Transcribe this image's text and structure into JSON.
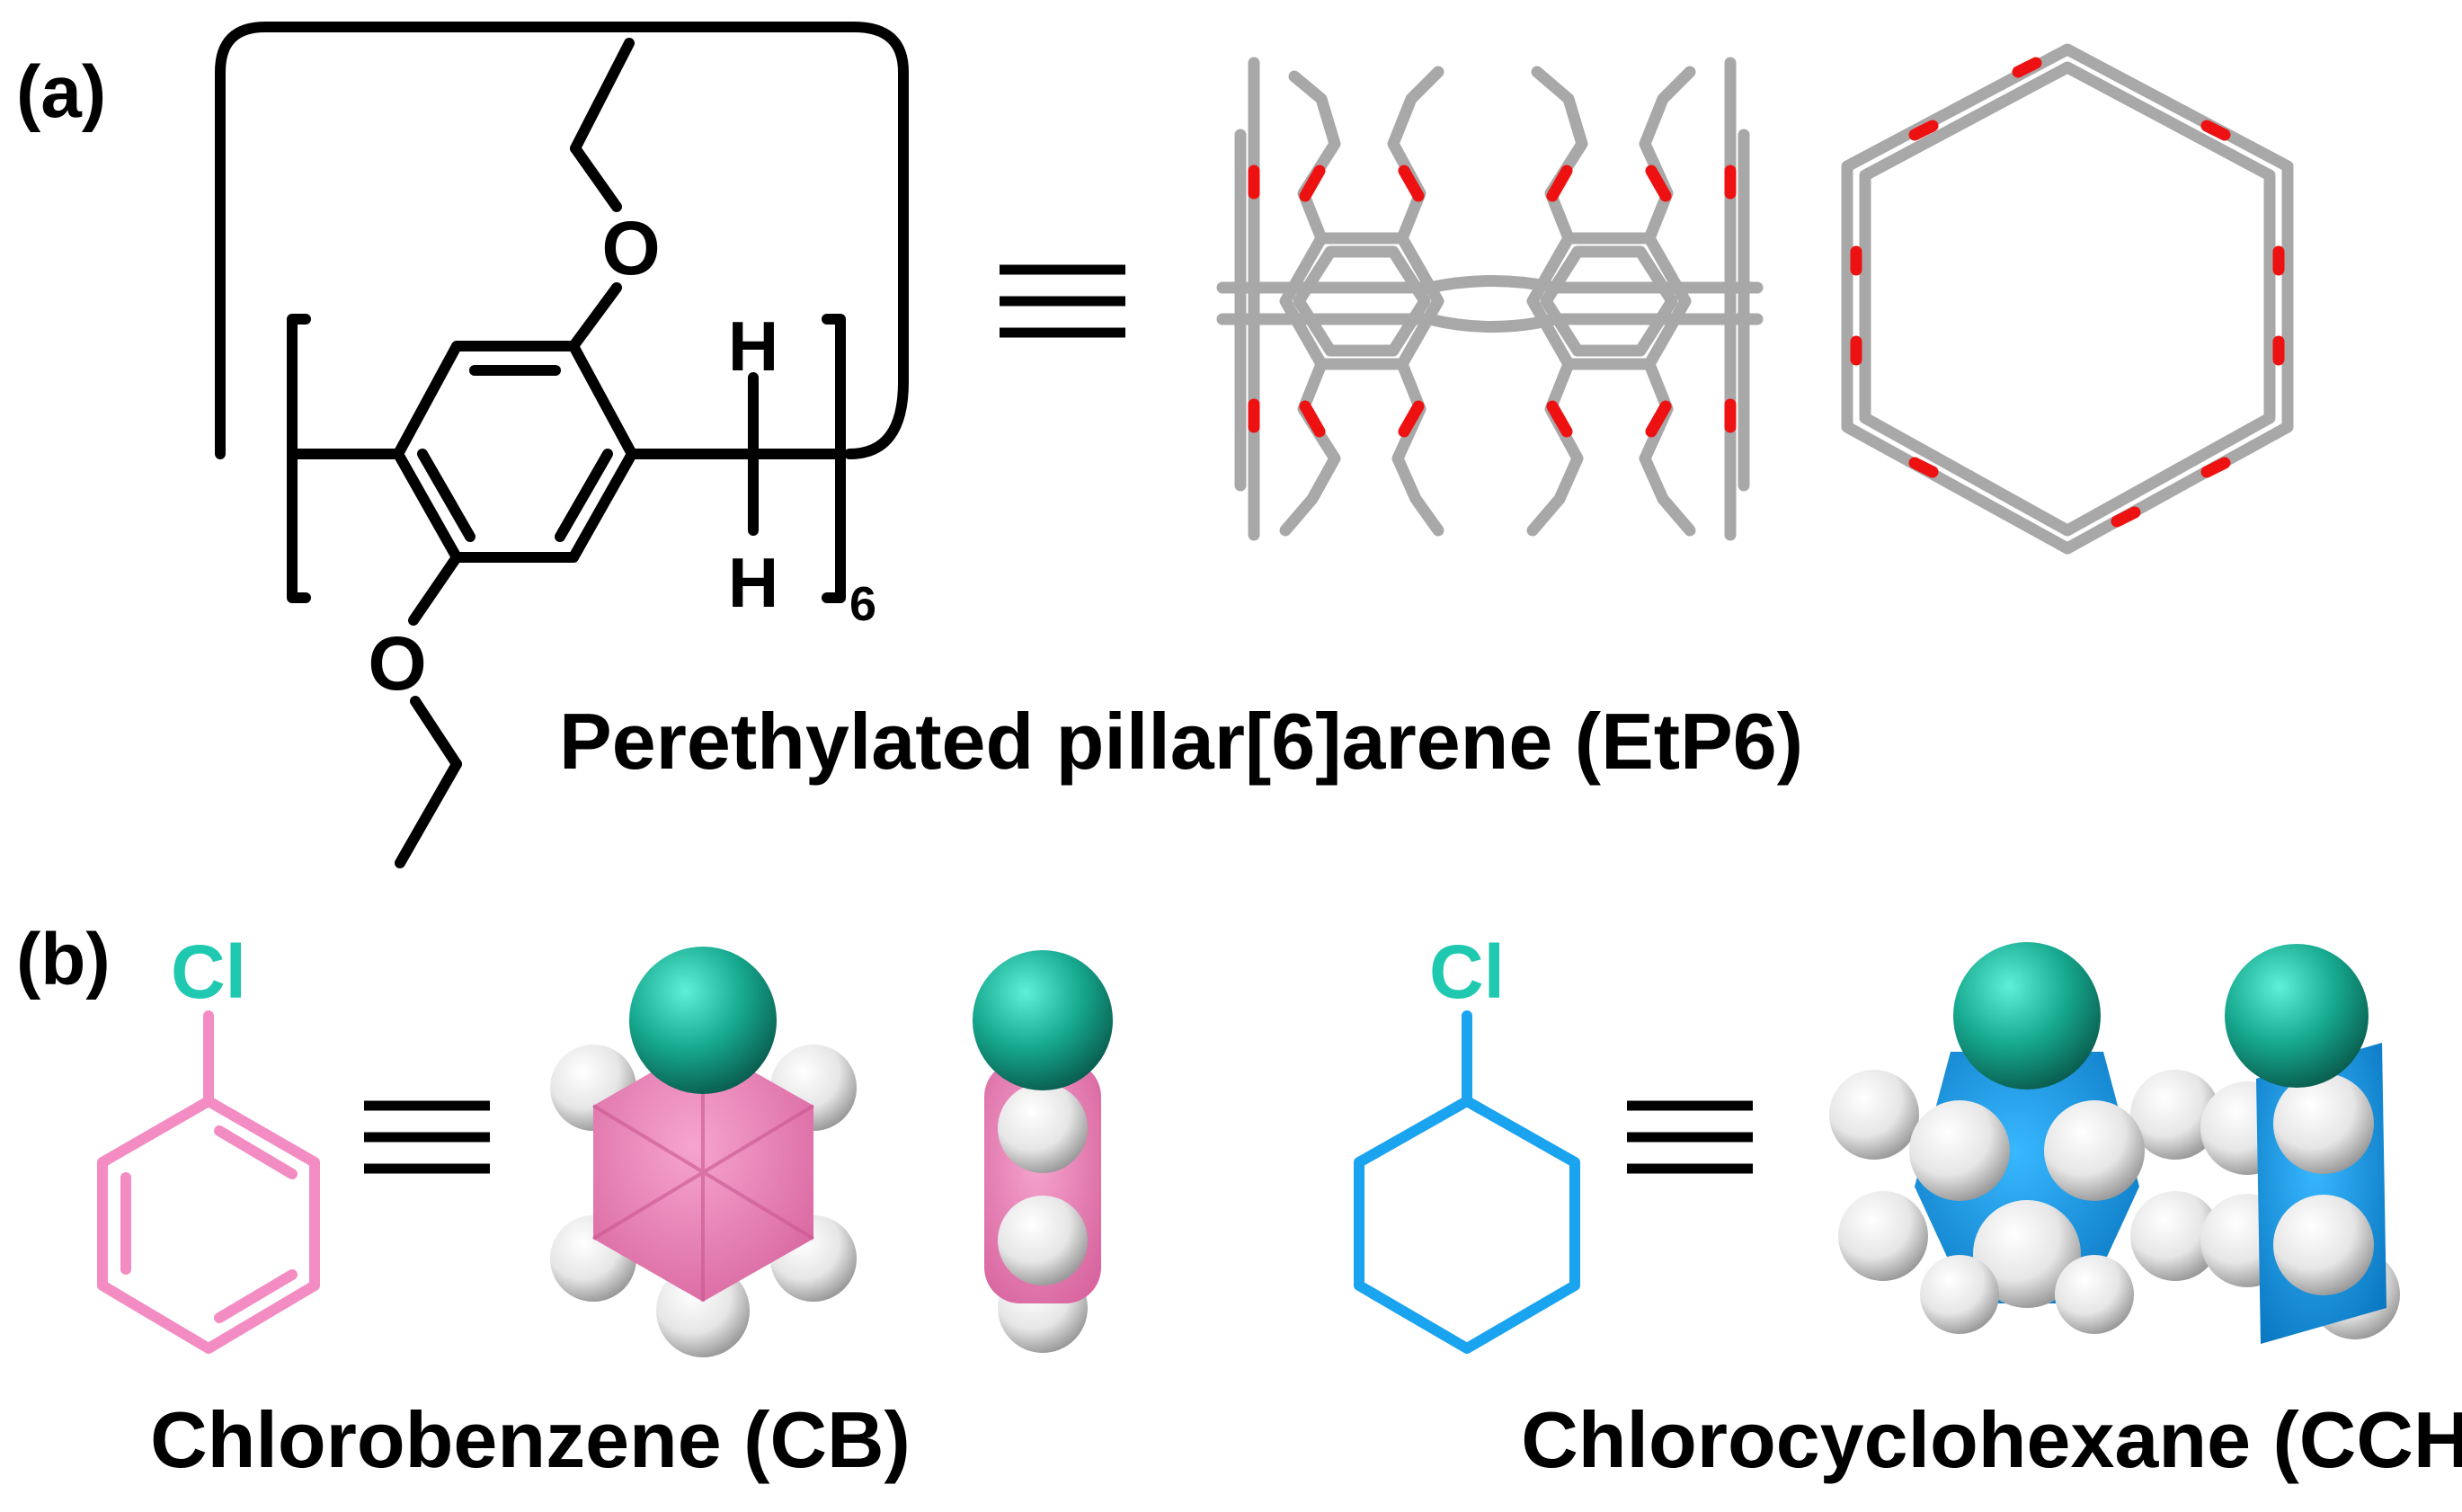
{
  "panel_a": {
    "label": "(a)",
    "o_top": "O",
    "o_bottom": "O",
    "h_top": "H",
    "h_bottom": "H",
    "repeat_subscript": "6",
    "name": "Perethylated pillar[6]arene (EtP6)"
  },
  "panel_b": {
    "label": "(b)",
    "cb": {
      "cl_label": "Cl",
      "name": "Chlorobenzene (CB)"
    },
    "cch": {
      "cl_label": "Cl",
      "name": "Chlorocyclohexane (CCH)"
    }
  },
  "colors": {
    "bond": "#000000",
    "oxygen": "#ee1111",
    "carbon_stick": "#a8a8a8",
    "chlorine": "#1fc9b0",
    "chlorobenzene": "#f48cc4",
    "chlorocyclohexane": "#1aa3ef",
    "hydrogen": "#f4f4f4"
  }
}
